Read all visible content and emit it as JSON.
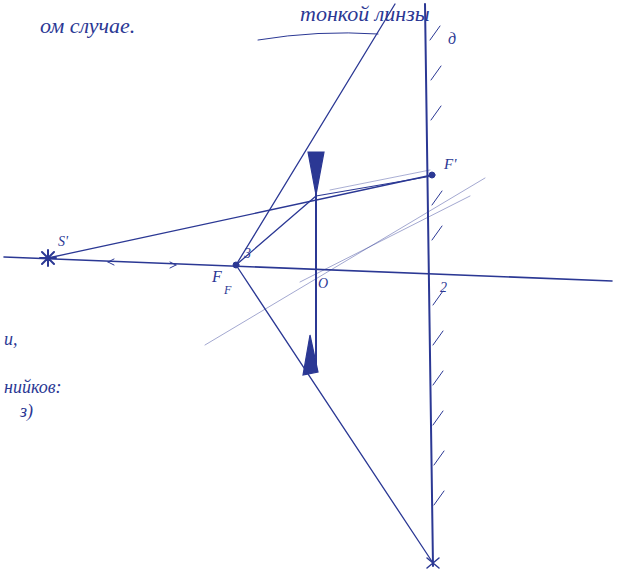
{
  "diagram": {
    "labels": [
      "тонкой линзы",
      "ом случае.",
      "и,",
      "нийков:",
      "з)",
      "S'",
      "F",
      "3",
      "F",
      "O",
      "F'",
      "2",
      "д"
    ]
  }
}
